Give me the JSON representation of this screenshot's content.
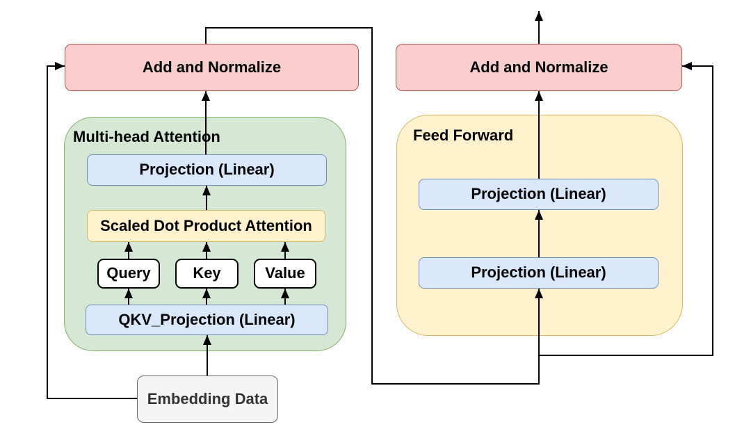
{
  "palette": {
    "pink_fill": "#f8cecc",
    "pink_border": "#b85450",
    "green_fill": "#d5e8d4",
    "green_border": "#82b366",
    "yellow_fill": "#fff2cc",
    "yellow_border": "#d6b656",
    "blue_fill": "#dae8fc",
    "blue_border": "#6c8ebf",
    "gray_fill": "#f5f5f5",
    "gray_border": "#666666",
    "white_fill": "#ffffff",
    "line_color": "#000000"
  },
  "nodes": {
    "add_norm_left": {
      "label": "Add and Normalize"
    },
    "add_norm_right": {
      "label": "Add and Normalize"
    },
    "mha": {
      "title": "Multi-head Attention"
    },
    "mha_projection": {
      "label": "Projection (Linear)"
    },
    "sdpa": {
      "label": "Scaled Dot Product Attention"
    },
    "query": {
      "label": "Query"
    },
    "key": {
      "label": "Key"
    },
    "value": {
      "label": "Value"
    },
    "qkv_projection": {
      "label": "QKV_Projection (Linear)"
    },
    "embedding": {
      "label": "Embedding Data"
    },
    "ff": {
      "title": "Feed Forward"
    },
    "ff_projection_upper": {
      "label": "Projection (Linear)"
    },
    "ff_projection_lower": {
      "label": "Projection (Linear)"
    }
  }
}
